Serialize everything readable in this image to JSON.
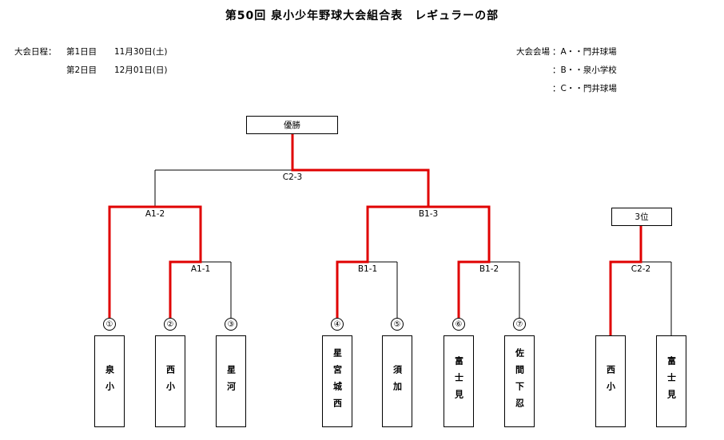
{
  "title": "第50回 泉小少年野球大会組合表　レギュラーの部",
  "schedule": {
    "label": "大会日程：",
    "day1_label": "第1日目",
    "day1_date": "11月30日(土)",
    "day2_label": "第2日目",
    "day2_date": "12月01日(日)"
  },
  "venues": {
    "label": "大会会場",
    "a": "：A・・門井球場",
    "b": "：B・・泉小学校",
    "c": "：C・・門井球場"
  },
  "champion_label": "優勝",
  "third_label": "3位",
  "matches": {
    "final": "C2-3",
    "a12": "A1-2",
    "a11": "A1-1",
    "b13": "B1-3",
    "b11": "B1-1",
    "b12": "B1-2",
    "c22": "C2-2"
  },
  "teams": [
    {
      "seed": "①",
      "name": "泉小"
    },
    {
      "seed": "②",
      "name": "西小"
    },
    {
      "seed": "③",
      "name": "星河"
    },
    {
      "seed": "④",
      "name": "星宮城西"
    },
    {
      "seed": "⑤",
      "name": "須加"
    },
    {
      "seed": "⑥",
      "name": "富士見"
    },
    {
      "seed": "⑦",
      "name": "佐間下忍"
    }
  ],
  "third_place_teams": [
    {
      "name": "西小"
    },
    {
      "name": "富士見"
    }
  ],
  "colors": {
    "winner_line": "#e00000",
    "line": "#000000"
  }
}
